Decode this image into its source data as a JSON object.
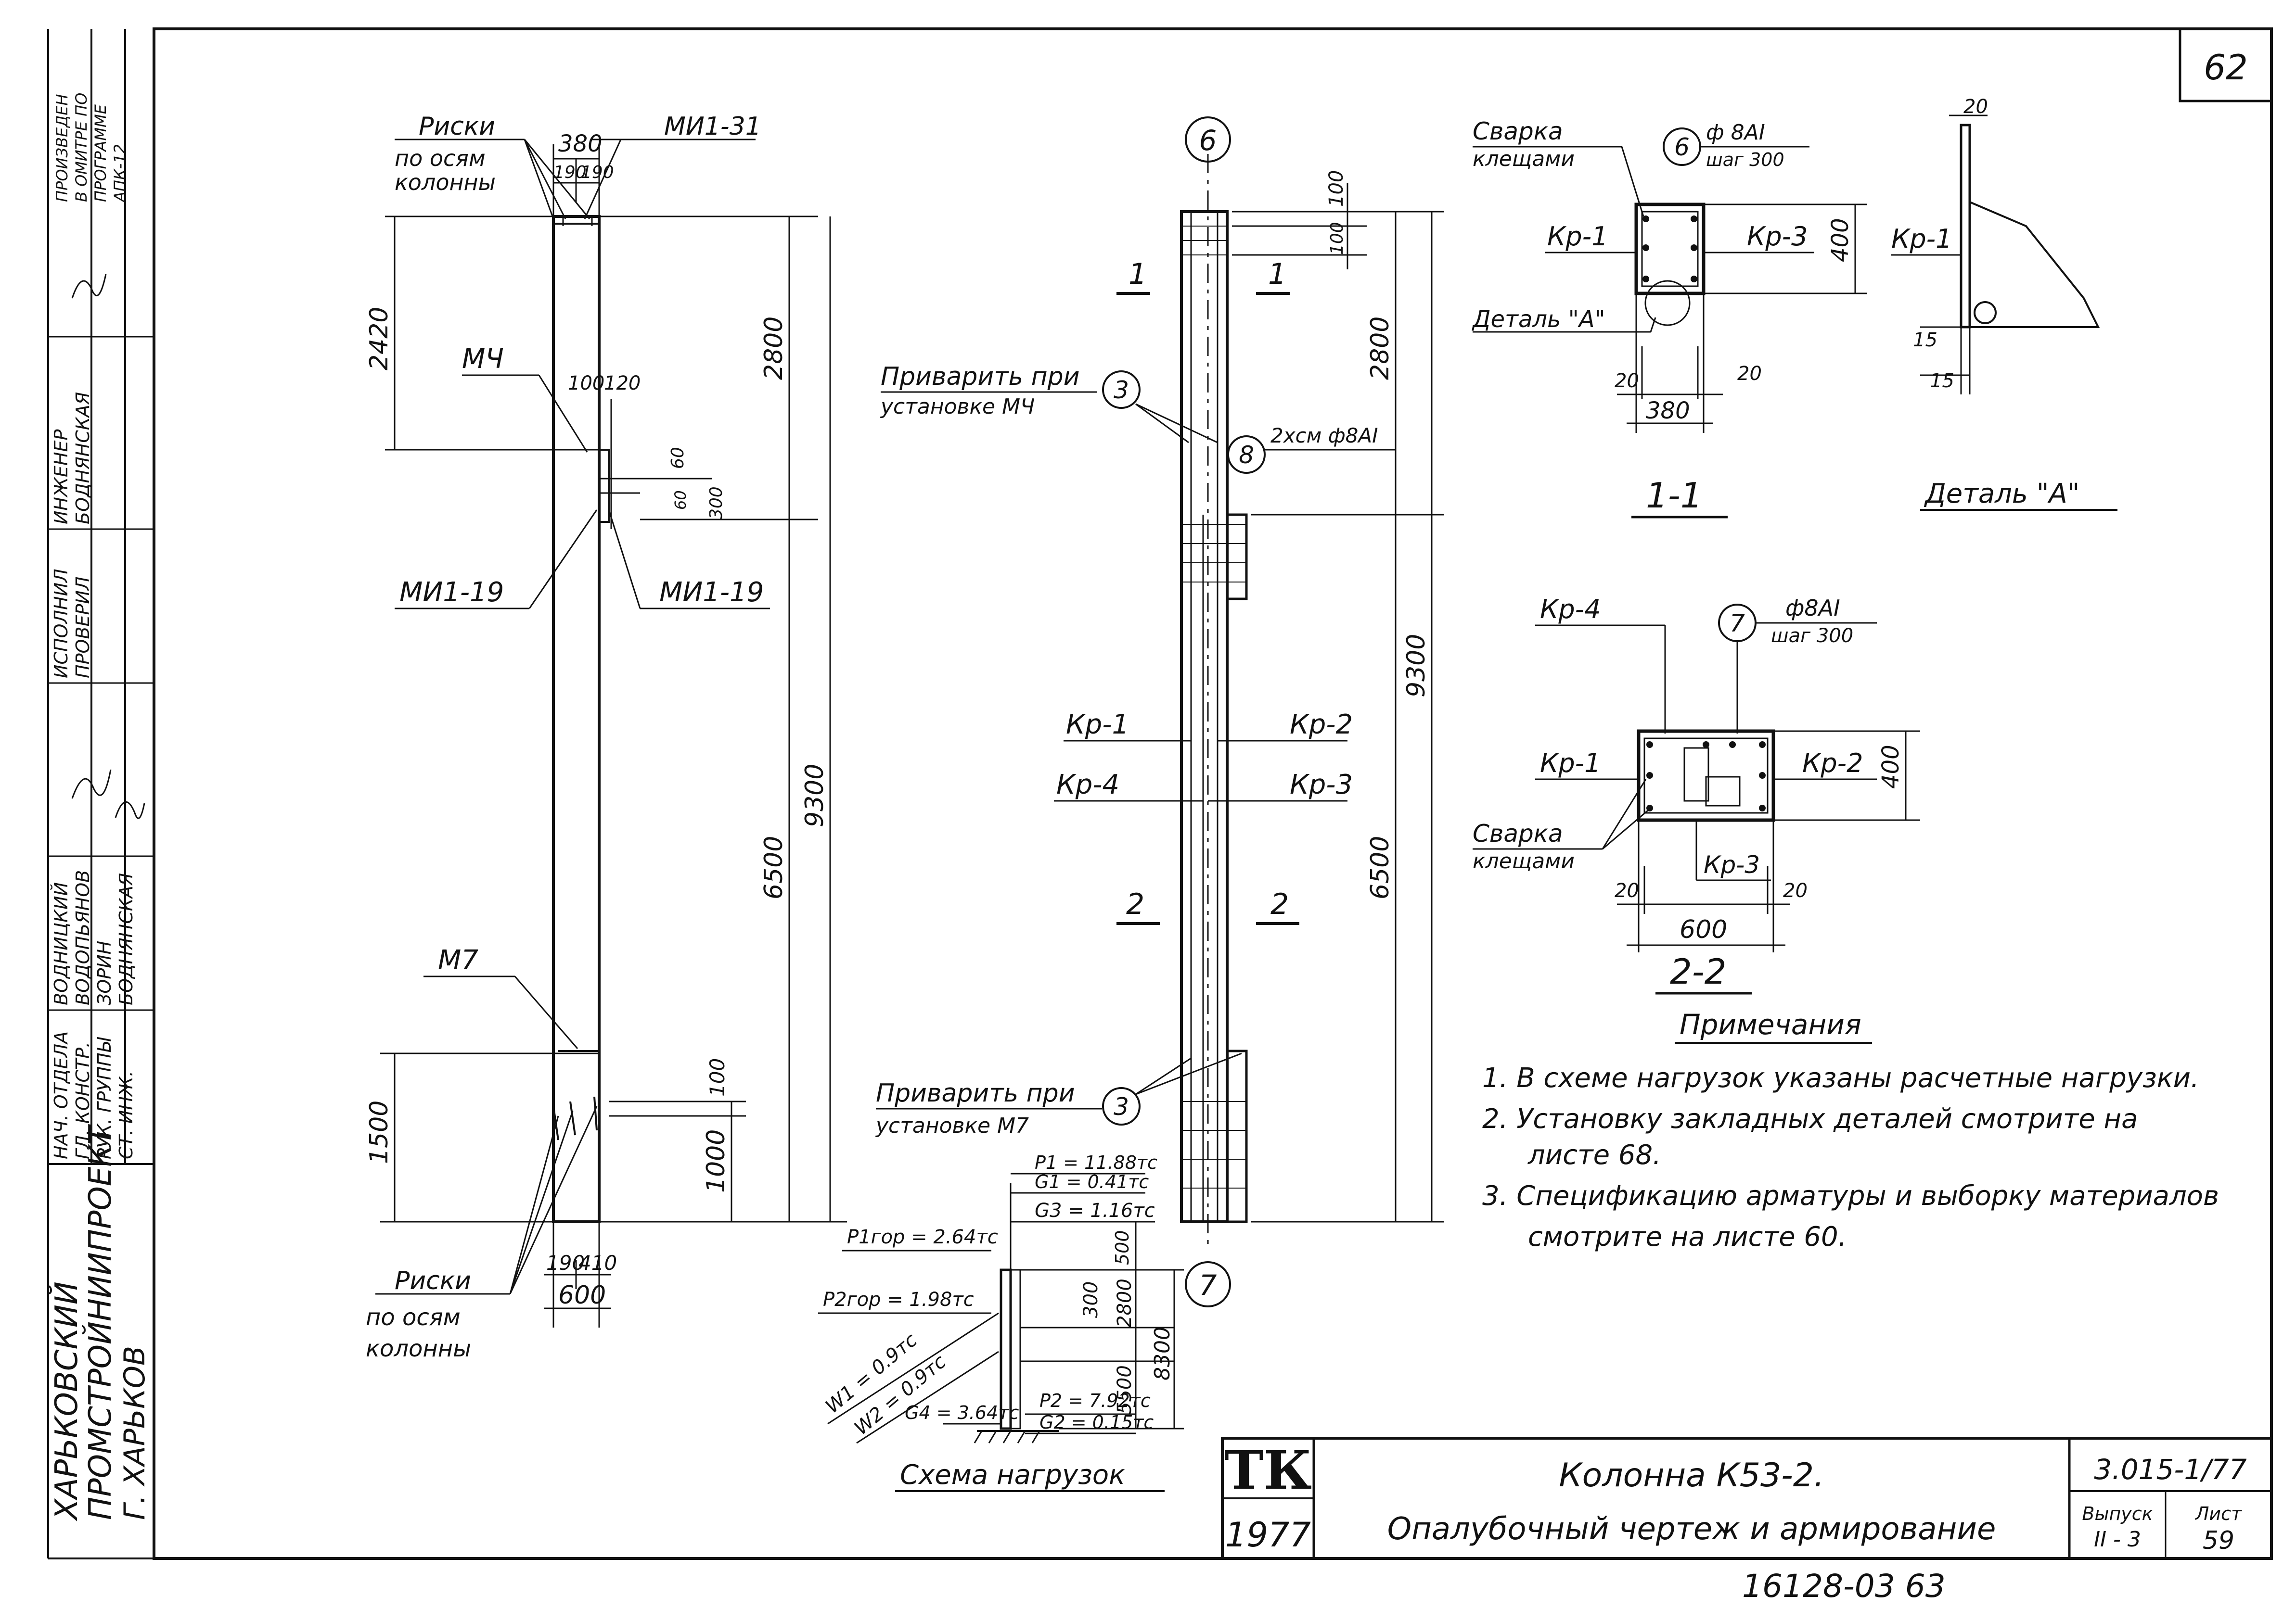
{
  "sheet_number": "62",
  "stamp_bottom": "16128-03 63",
  "side_stamp": {
    "org": [
      "ХАРЬКОВСКИЙ",
      "ПРОМСТРОЙНИИПРОЕКТ",
      "Г. ХАРЬКОВ"
    ],
    "roles": [
      "НАЧ. ОТДЕЛА",
      "ГЛ. КОНСТР.",
      "РУК. ГРУППЫ",
      "СТ. ИНЖ."
    ],
    "names": [
      "ВОДНИЦКИЙ",
      "ВОДОПЬЯНОВ",
      "ЗОРИН",
      "БОДНЯНСКАЯ"
    ],
    "check_roles": [
      "ИСПОЛНИЛ",
      "ПРОВЕРИЛ"
    ],
    "check_names": [
      "ИНЖЕНЕР",
      "БОДНЯНСКАЯ"
    ],
    "made_note": [
      "ПРОИЗВЕДЕН",
      "В ОМИТРЕ ПО",
      "ПРОГРАММЕ",
      "АПК-12"
    ]
  },
  "title_block": {
    "mark": "ТК",
    "year": "1977",
    "title": "Колонна К53-2.",
    "subtitle": "Опалубочный чертеж и армирование",
    "series": "3.015-1/77",
    "issue_label": "Выпуск",
    "issue_value": "II - 3",
    "sheet_label": "Лист",
    "sheet_value": "59"
  },
  "left_view": {
    "risks_top": [
      "Риски",
      "по осям",
      "колонны"
    ],
    "mi1_31": "МИ1-31",
    "dim_380": "380",
    "dim_190a": "190",
    "dim_190b": "190",
    "mch": "МЧ",
    "dim_100": "100",
    "dim_120": "120",
    "dim_2420": "2420",
    "dim_2800": "2800",
    "dim_60": "60",
    "dim_60b": "60",
    "dim_300": "300",
    "mi1_19_left": "МИ1-19",
    "mi1_19_right": "МИ1-19",
    "dim_9300": "9300",
    "dim_6500": "6500",
    "m7": "М7",
    "dim_1500": "1500",
    "dim_100b": "100",
    "dim_1000": "1000",
    "risks_bottom": [
      "Риски",
      "по осям",
      "колонны"
    ],
    "dim_190c": "190",
    "dim_410": "410",
    "dim_600": "600"
  },
  "middle_view": {
    "axis_top": "6",
    "axis_bottom": "7",
    "sec1_left": "1",
    "sec1_right": "1",
    "sec2_left": "2",
    "sec2_right": "2",
    "weld_top": [
      "Приварить при",
      "установке МЧ"
    ],
    "weld_bottom": [
      "Приварить при",
      "установке М7"
    ],
    "circle3a": "3",
    "circle3b": "3",
    "circle8": "8",
    "bar8": "2хсм ф8АI",
    "kr1": "Кр-1",
    "kr2": "Кр-2",
    "kr4": "Кр-4",
    "kr3": "Кр-3",
    "dim_100": "100",
    "dim_100b": "100",
    "dim_2800": "2800",
    "dim_9300": "9300",
    "dim_6500": "6500"
  },
  "loads": {
    "title": "Схема нагрузок",
    "p1": "P1 = 11.88тс",
    "g1": "G1 = 0.41тс",
    "g3": "G3 = 1.16тс",
    "p1gor": "P1гор = 2.64тс",
    "p2gor": "P2гор = 1.98тс",
    "w1": "W1 = 0.9тс",
    "w2": "W2 = 0.9тс",
    "g4": "G4 = 3.64тс",
    "p2": "P2 = 7.92тс",
    "g2": "G2 = 0.15тс",
    "dim_500": "500",
    "dim_300": "300",
    "dim_2800": "2800",
    "dim_5500": "5500",
    "dim_8300": "8300"
  },
  "section_1": {
    "label": "1-1",
    "weld": [
      "Сварка",
      "клещами"
    ],
    "circle": "6",
    "bar": "ф 8АI",
    "step": "шаг 300",
    "kr1": "Кр-1",
    "kr3": "Кр-3",
    "detail": "Деталь \"А\"",
    "dim_400": "400",
    "dim_20a": "20",
    "dim_20b": "20",
    "dim_380": "380"
  },
  "detail_a": {
    "label": "Деталь \"А\"",
    "kr1": "Кр-1",
    "dim_20": "20",
    "dim_15a": "15",
    "dim_15b": "15"
  },
  "section_2": {
    "label": "2-2",
    "kr4": "Кр-4",
    "circle": "7",
    "bar": "ф8АI",
    "step": "шаг 300",
    "kr1": "Кр-1",
    "kr2": "Кр-2",
    "kr3": "Кр-3",
    "weld": [
      "Сварка",
      "клещами"
    ],
    "dim_400": "400",
    "dim_20a": "20",
    "dim_20b": "20",
    "dim_600": "600"
  },
  "notes": {
    "title": "Примечания",
    "items": [
      "1.  В схеме нагрузок указаны расчетные нагрузки.",
      "2.  Установку закладных деталей смотрите на",
      "листе 68.",
      "3.  Спецификацию арматуры и выборку материалов",
      "смотрите на листе 60."
    ]
  }
}
